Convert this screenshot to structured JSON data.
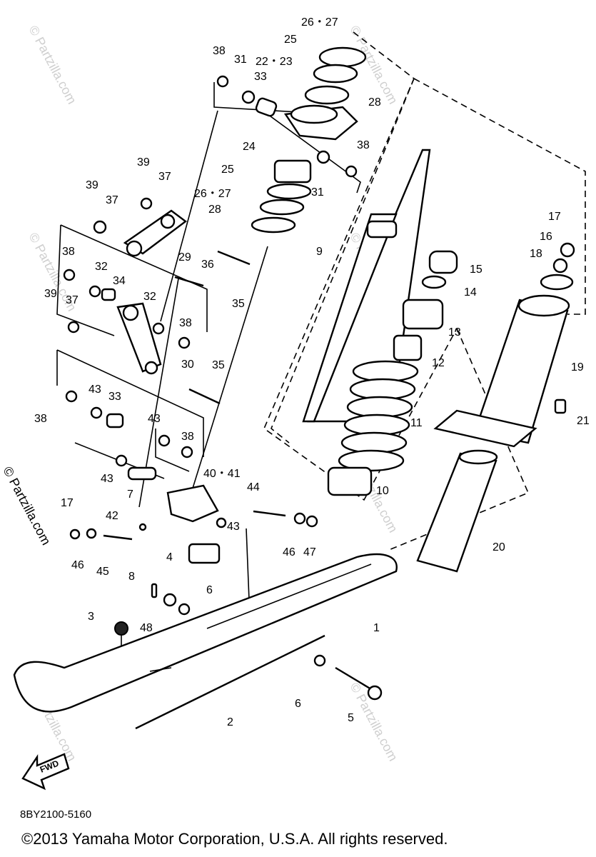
{
  "diagram": {
    "part_labels": [
      {
        "id": "1",
        "text": "1"
      },
      {
        "id": "2",
        "text": "2"
      },
      {
        "id": "3",
        "text": "3"
      },
      {
        "id": "4",
        "text": "4"
      },
      {
        "id": "5",
        "text": "5"
      },
      {
        "id": "6a",
        "text": "6"
      },
      {
        "id": "6b",
        "text": "6"
      },
      {
        "id": "7",
        "text": "7"
      },
      {
        "id": "8",
        "text": "8"
      },
      {
        "id": "9",
        "text": "9"
      },
      {
        "id": "10",
        "text": "10"
      },
      {
        "id": "11",
        "text": "11"
      },
      {
        "id": "12",
        "text": "12"
      },
      {
        "id": "13",
        "text": "13"
      },
      {
        "id": "14",
        "text": "14"
      },
      {
        "id": "15",
        "text": "15"
      },
      {
        "id": "16",
        "text": "16"
      },
      {
        "id": "17a",
        "text": "17"
      },
      {
        "id": "17b",
        "text": "17"
      },
      {
        "id": "18",
        "text": "18"
      },
      {
        "id": "19",
        "text": "19"
      },
      {
        "id": "20",
        "text": "20"
      },
      {
        "id": "21",
        "text": "21"
      },
      {
        "id": "22-23",
        "text": "22・23"
      },
      {
        "id": "24",
        "text": "24"
      },
      {
        "id": "25a",
        "text": "25"
      },
      {
        "id": "25b",
        "text": "25"
      },
      {
        "id": "26-27a",
        "text": "26・27"
      },
      {
        "id": "26-27b",
        "text": "26・27"
      },
      {
        "id": "28a",
        "text": "28"
      },
      {
        "id": "28b",
        "text": "28"
      },
      {
        "id": "29",
        "text": "29"
      },
      {
        "id": "30",
        "text": "30"
      },
      {
        "id": "31a",
        "text": "31"
      },
      {
        "id": "31b",
        "text": "31"
      },
      {
        "id": "32a",
        "text": "32"
      },
      {
        "id": "32b",
        "text": "32"
      },
      {
        "id": "33a",
        "text": "33"
      },
      {
        "id": "33b",
        "text": "33"
      },
      {
        "id": "34",
        "text": "34"
      },
      {
        "id": "35a",
        "text": "35"
      },
      {
        "id": "35b",
        "text": "35"
      },
      {
        "id": "36",
        "text": "36"
      },
      {
        "id": "37a",
        "text": "37"
      },
      {
        "id": "37b",
        "text": "37"
      },
      {
        "id": "37c",
        "text": "37"
      },
      {
        "id": "38a",
        "text": "38"
      },
      {
        "id": "38b",
        "text": "38"
      },
      {
        "id": "38c",
        "text": "38"
      },
      {
        "id": "38d",
        "text": "38"
      },
      {
        "id": "38e",
        "text": "38"
      },
      {
        "id": "38f",
        "text": "38"
      },
      {
        "id": "39a",
        "text": "39"
      },
      {
        "id": "39b",
        "text": "39"
      },
      {
        "id": "39c",
        "text": "39"
      },
      {
        "id": "40-41",
        "text": "40・41"
      },
      {
        "id": "42",
        "text": "42"
      },
      {
        "id": "43a",
        "text": "43"
      },
      {
        "id": "43b",
        "text": "43"
      },
      {
        "id": "43c",
        "text": "43"
      },
      {
        "id": "43d",
        "text": "43"
      },
      {
        "id": "44",
        "text": "44"
      },
      {
        "id": "45",
        "text": "45"
      },
      {
        "id": "46a",
        "text": "46"
      },
      {
        "id": "46b",
        "text": "46"
      },
      {
        "id": "47",
        "text": "47"
      },
      {
        "id": "48",
        "text": "48"
      }
    ],
    "fwd_label": "FWD",
    "watermark": "© Partzilla.com",
    "doc_code": "8BY2100-5160",
    "copyright": "©2013 Yamaha Motor Corporation, U.S.A. All rights reserved."
  }
}
